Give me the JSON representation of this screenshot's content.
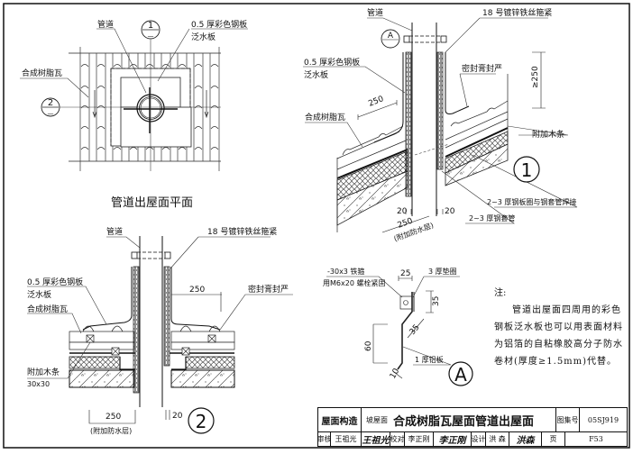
{
  "plan_view": {
    "title": "管道出屋面平面",
    "labels": {
      "pipe": "管道",
      "steel_flashing_line1": "0.5 厚彩色钢板",
      "steel_flashing_line2": "泛水板",
      "resin_tile": "合成树脂瓦"
    },
    "section_marks": [
      {
        "id": "1",
        "sub": "—"
      },
      {
        "id": "2",
        "sub": "—"
      }
    ]
  },
  "section_1": {
    "mark": "1",
    "detail_ref": "A",
    "labels": {
      "pipe": "管道",
      "wire_tie": "18 号镀锌铁丝箍紧",
      "steel_flashing_line1": "0.5 厚彩色钢板",
      "steel_flashing_line2": "泛水板",
      "sealant": "密封膏封严",
      "resin_tile": "合成树脂瓦",
      "wood_strip": "附加木条",
      "steel_ring": "2~3 厚钢板圈与钢套管焊接",
      "steel_sleeve": "2~3 厚钢套管"
    },
    "dims": {
      "slope_250": "250",
      "height_ge250": "≥250",
      "gap_left": "20",
      "gap_right": "20",
      "extra_layer": "250",
      "extra_layer_note": "(附加防水层)"
    }
  },
  "section_2": {
    "mark": "2",
    "labels": {
      "pipe": "管道",
      "wire_tie": "18 号镀锌铁丝箍紧",
      "steel_flashing_line1": "0.5 厚彩色钢板",
      "steel_flashing_line2": "泛水板",
      "sealant": "密封膏封严",
      "resin_tile": "合成树脂瓦",
      "wood_strip": "附加木条",
      "wood_strip_size": "30x30"
    },
    "dims": {
      "height_250": "250",
      "extra_layer": "250",
      "extra_layer_note": "(附加防水层)",
      "gap": "20"
    }
  },
  "detail_A": {
    "mark": "A",
    "labels": {
      "iron_band_line1": "-30x3 铁箍",
      "iron_band_line2": "用M6x20 螺栓紧固",
      "washer": "3 厚垫圈",
      "aluminum": "1 厚铝板"
    },
    "dims": {
      "width_25": "25",
      "h_35": "35",
      "slant_35": "35",
      "h_60": "60",
      "tail_10": "10"
    }
  },
  "note": {
    "heading": "注:",
    "text": "管道出屋面四周用的彩色钢板泛水板也可以用表面材料为铝箔的自粘橡胶高分子防水卷材(厚度≥1.5mm)代替。"
  },
  "title_block": {
    "category": "屋面构造",
    "subcategory": "坡屋面",
    "title": "合成树脂瓦屋面管道出屋面",
    "atlas_label": "图集号",
    "atlas_no": "05SJ919",
    "review_label": "审核",
    "reviewer": "王祖光",
    "reviewer_sig": "王祖光",
    "check_label": "校对",
    "checker": "李正刚",
    "checker_sig": "李正刚",
    "design_label": "设计",
    "designer": "洪  森",
    "designer_sig": "洪森",
    "page_label": "页",
    "page_no": "F53"
  }
}
